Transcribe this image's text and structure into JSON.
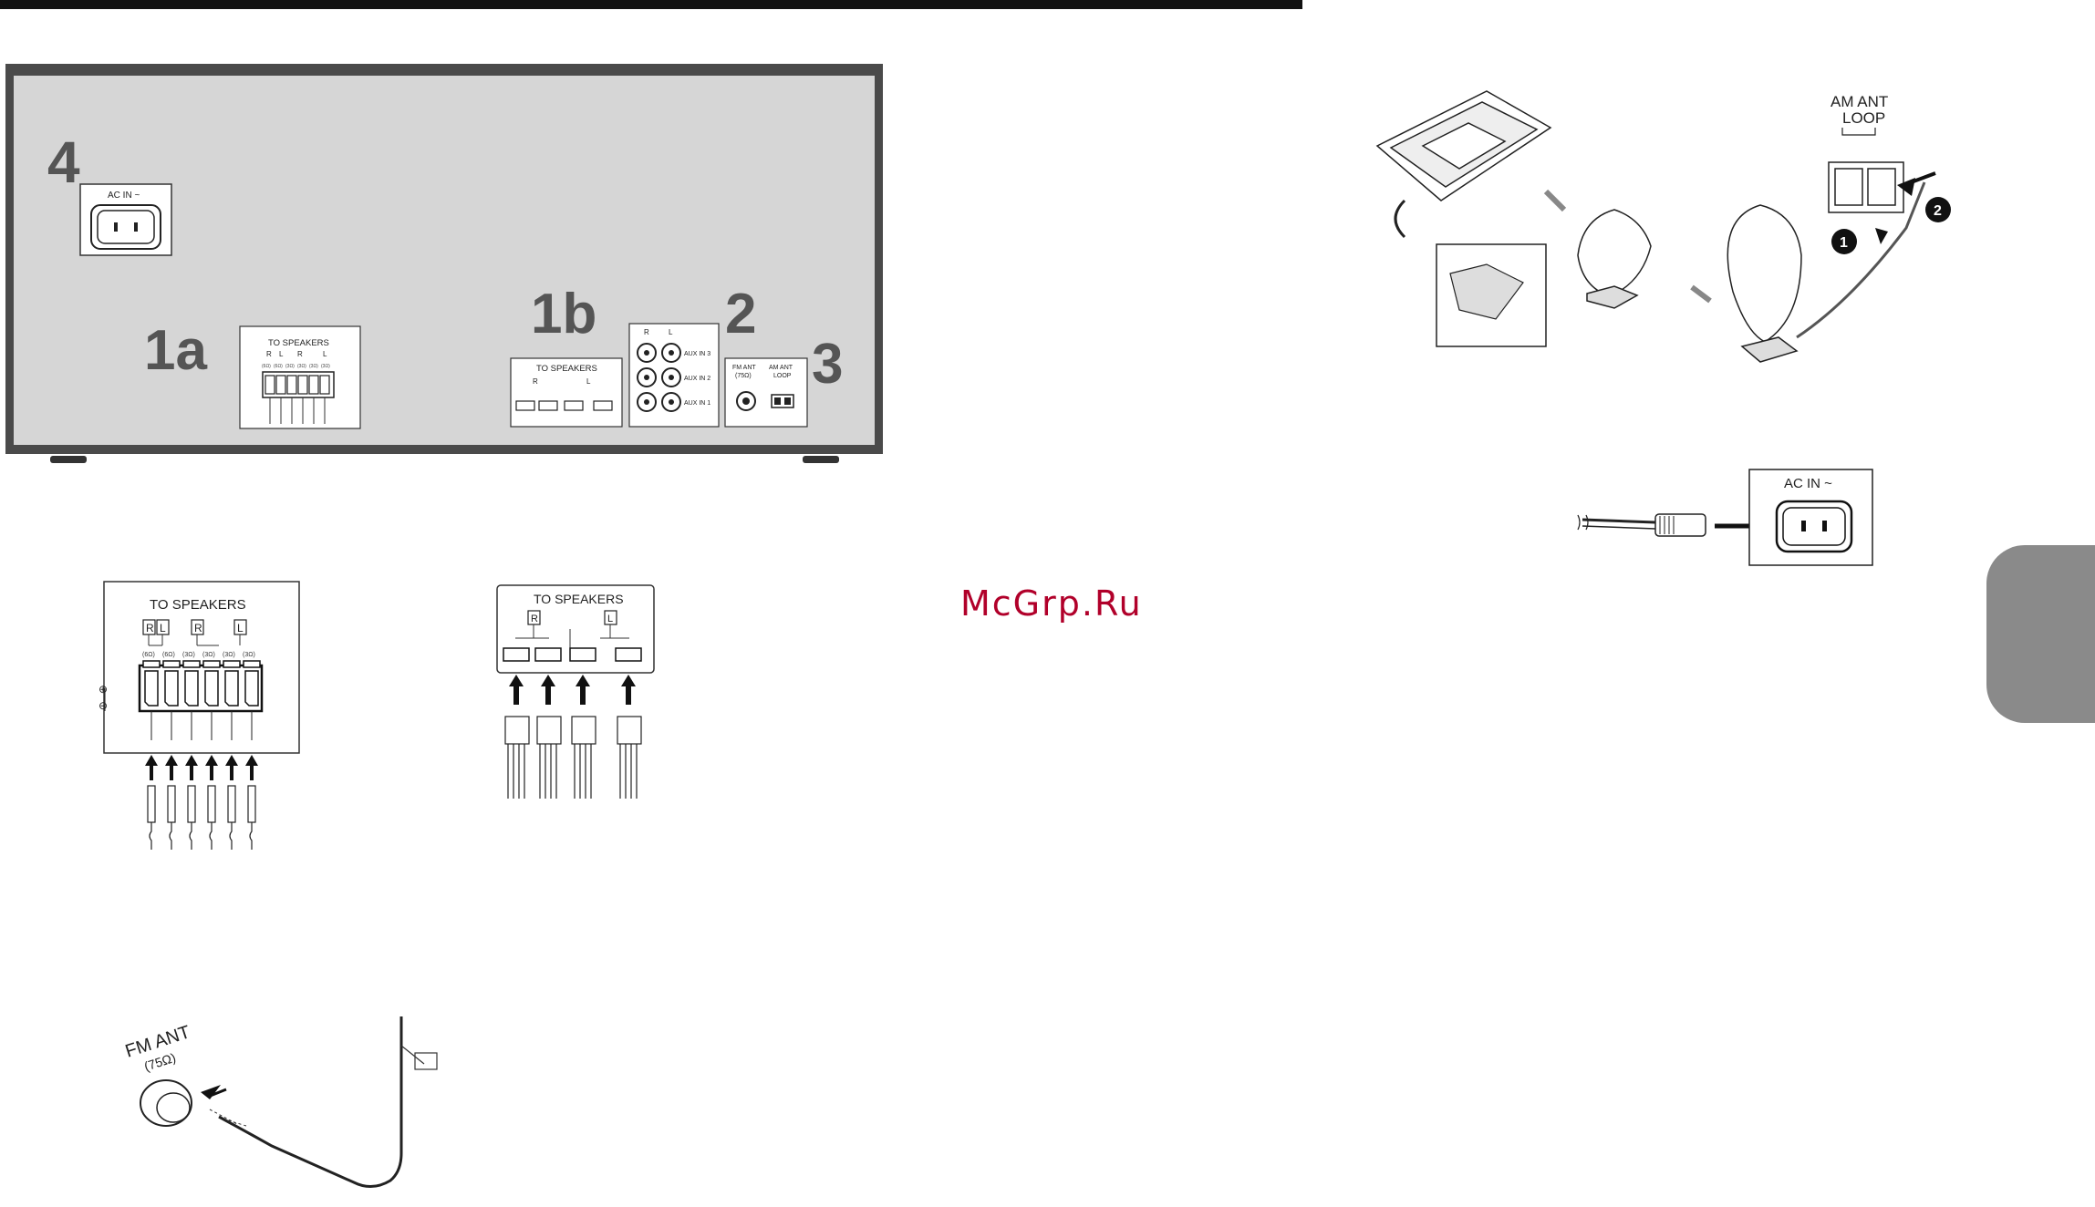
{
  "steps": {
    "s4": "4",
    "s1a": "1a",
    "s1b": "1b",
    "s2": "2",
    "s3": "3"
  },
  "panel": {
    "ac_in": "AC IN ~",
    "to_speakers": "TO SPEAKERS",
    "aux": [
      "AUX IN 3",
      "AUX IN 2",
      "AUX IN 1"
    ],
    "fm_ant": [
      "FM ANT",
      "(75Ω)"
    ],
    "am_ant": [
      "AM ANT",
      "LOOP"
    ],
    "channels_a": [
      "R",
      "L",
      "R",
      "L"
    ],
    "channels_b": [
      "R",
      "L"
    ],
    "rca_channels": [
      "R",
      "L"
    ],
    "impedance": [
      "(6Ω)",
      "(6Ω)",
      "(3Ω)",
      "(3Ω)",
      "(3Ω)",
      "(3Ω)"
    ]
  },
  "detail_1a": {
    "to_speakers": "TO SPEAKERS",
    "channels": [
      "R",
      "L",
      "R",
      "L"
    ],
    "impedance": [
      "(6Ω)",
      "(6Ω)",
      "(3Ω)",
      "(3Ω)",
      "(3Ω)",
      "(3Ω)"
    ]
  },
  "detail_1b": {
    "to_speakers": "TO SPEAKERS",
    "channels": [
      "R",
      "L"
    ]
  },
  "fm_detail": {
    "label": "FM ANT",
    "sub": "(75Ω)"
  },
  "am_detail": {
    "label_line1": "AM ANT",
    "label_line2": "LOOP",
    "step1": "1",
    "step2": "2"
  },
  "ac_detail": {
    "label": "AC IN ~"
  },
  "watermark": "McGrp.Ru"
}
